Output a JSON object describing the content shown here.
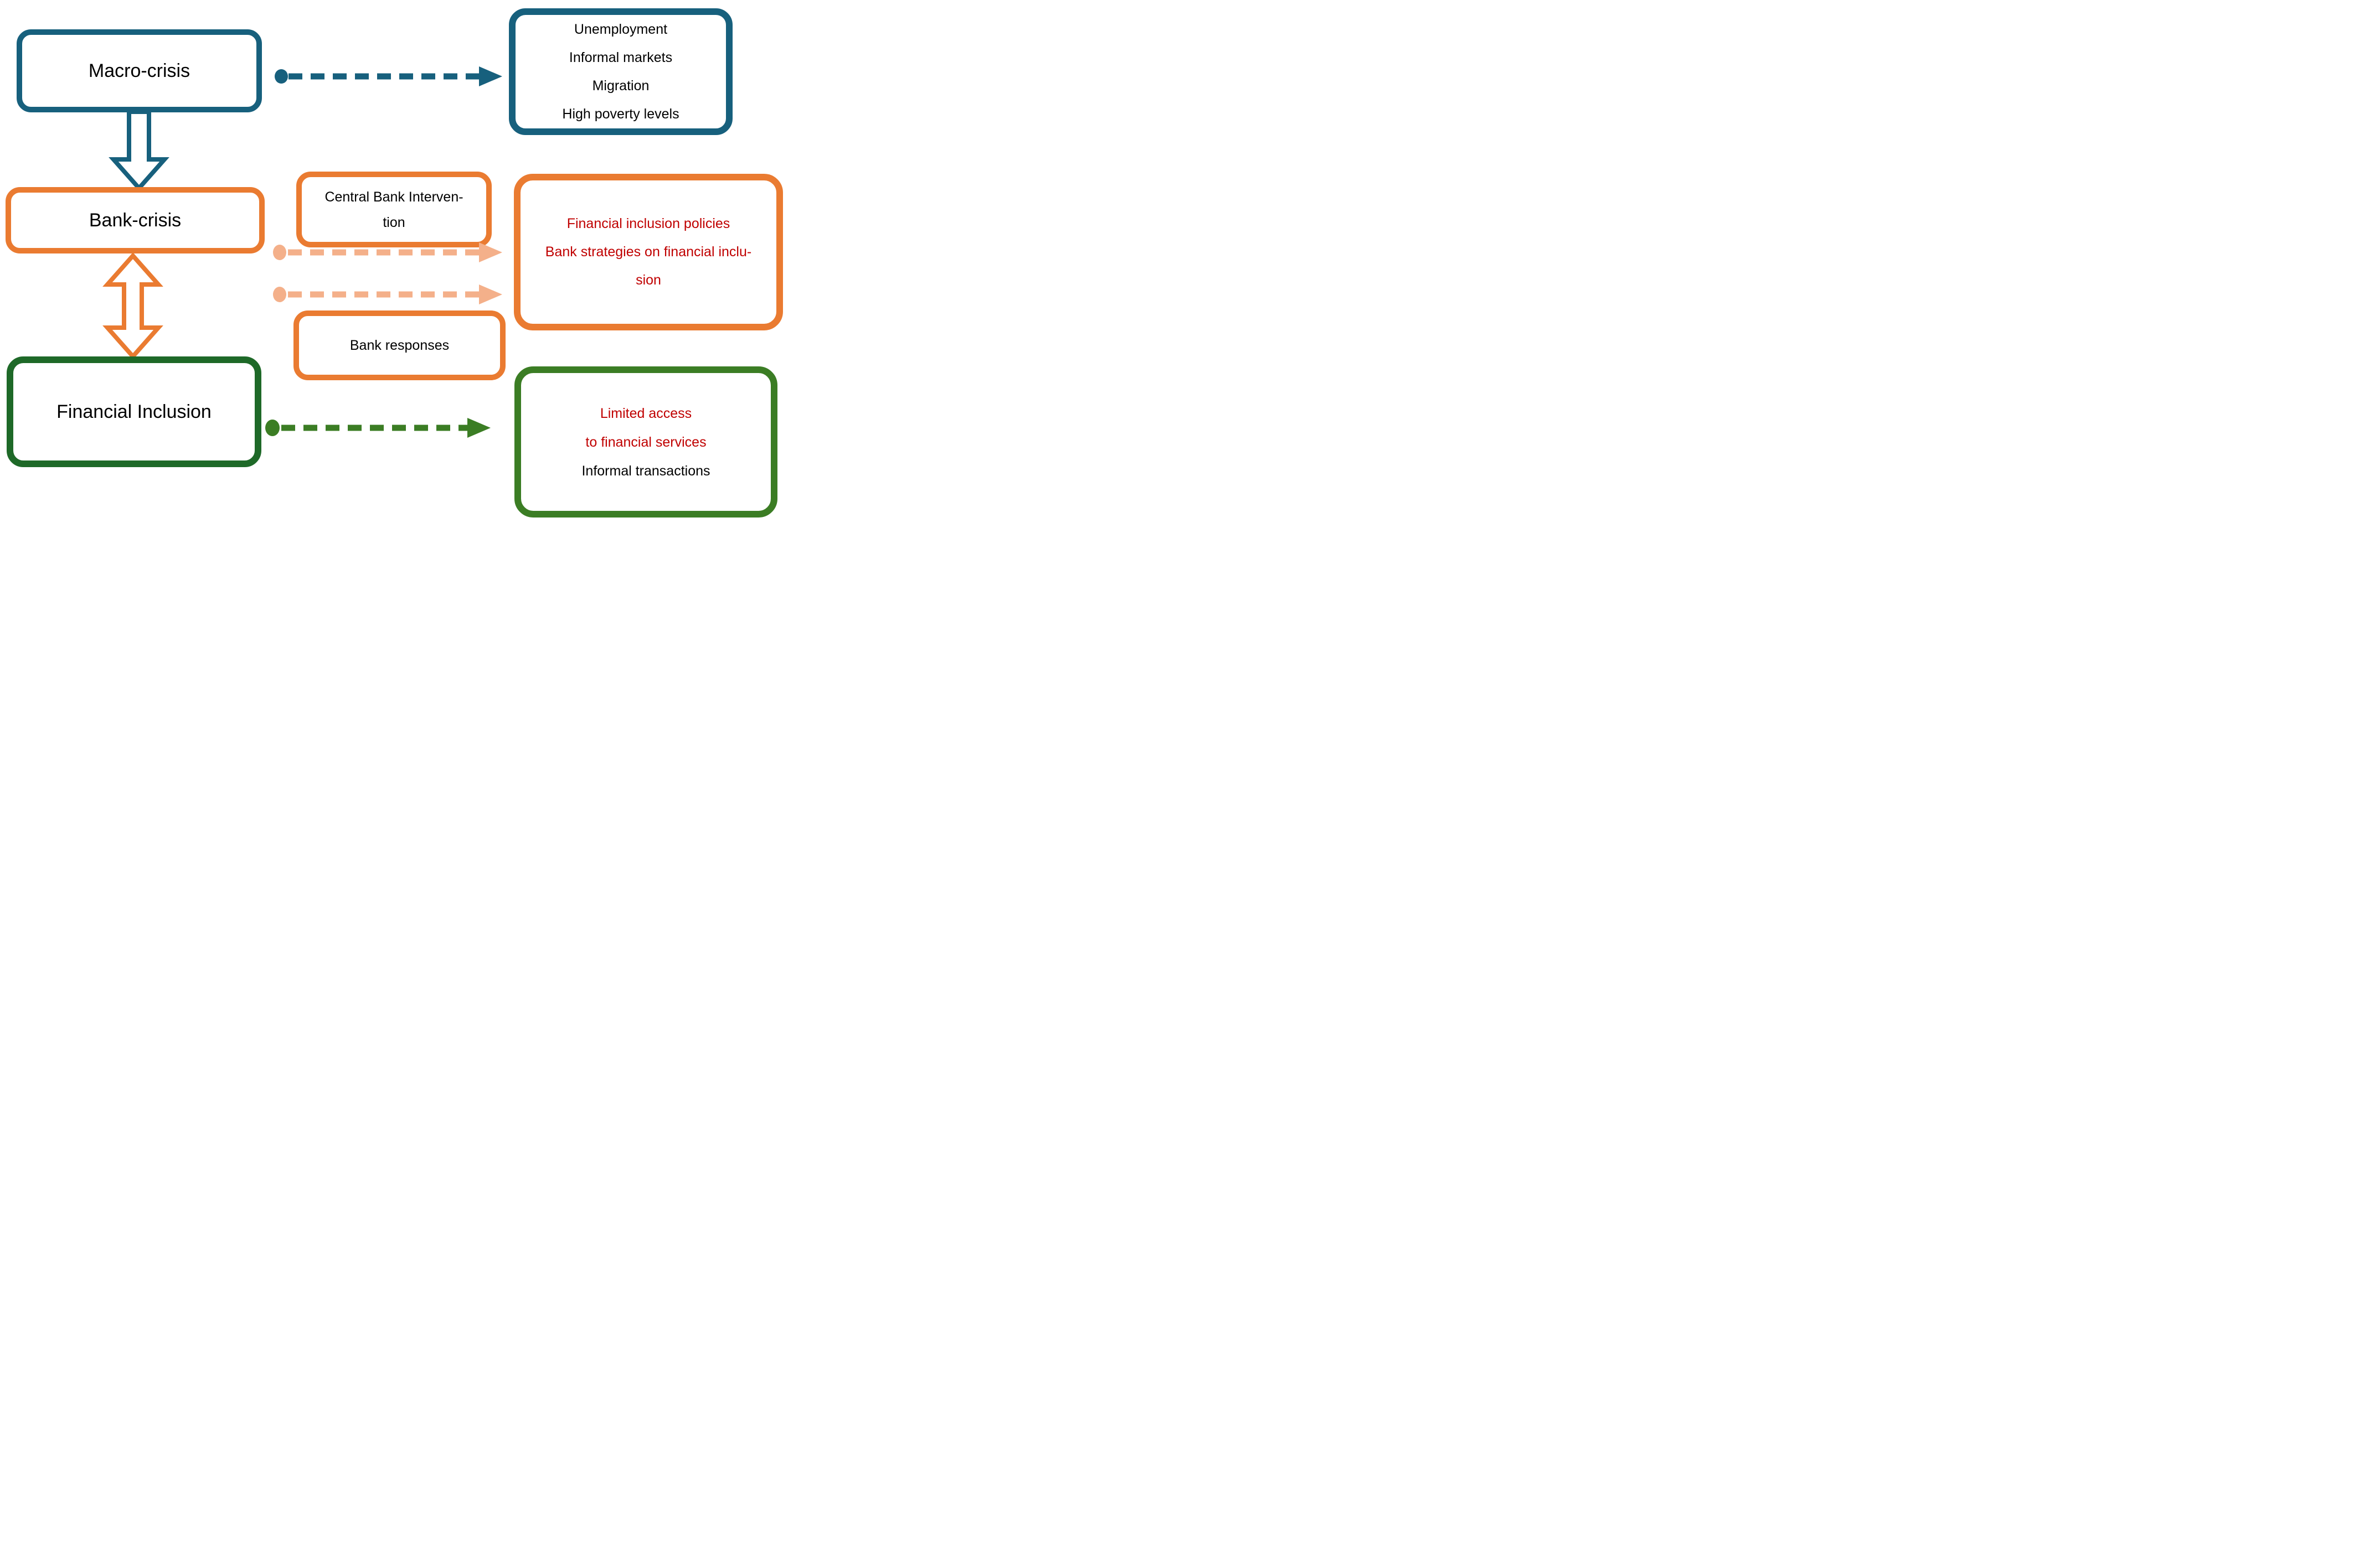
{
  "colors": {
    "teal": "#17607D",
    "orange": "#EA7B31",
    "peach": "#F4B08A",
    "green": "#3B7D24",
    "dark_green": "#1E6928",
    "red_text": "#C00000",
    "black_text": "#000000",
    "background": "#FFFFFF"
  },
  "nodes": {
    "macro_crisis": {
      "label": "Macro-crisis"
    },
    "macro_outcomes": {
      "lines": [
        "Unemployment",
        "Informal markets",
        "Migration",
        "High poverty levels"
      ]
    },
    "bank_crisis": {
      "label": "Bank-crisis"
    },
    "central_bank_intervention": {
      "lines": [
        "Central Bank Interven-",
        "tion"
      ]
    },
    "inclusion_policies": {
      "lines": [
        "Financial inclusion policies",
        "Bank strategies on financial inclu-",
        "sion"
      ]
    },
    "bank_responses": {
      "label": "Bank responses"
    },
    "financial_inclusion": {
      "label": "Financial Inclusion"
    },
    "inclusion_outcomes": {
      "lines": [
        "Limited access",
        "to financial services",
        "Informal transactions"
      ]
    }
  }
}
